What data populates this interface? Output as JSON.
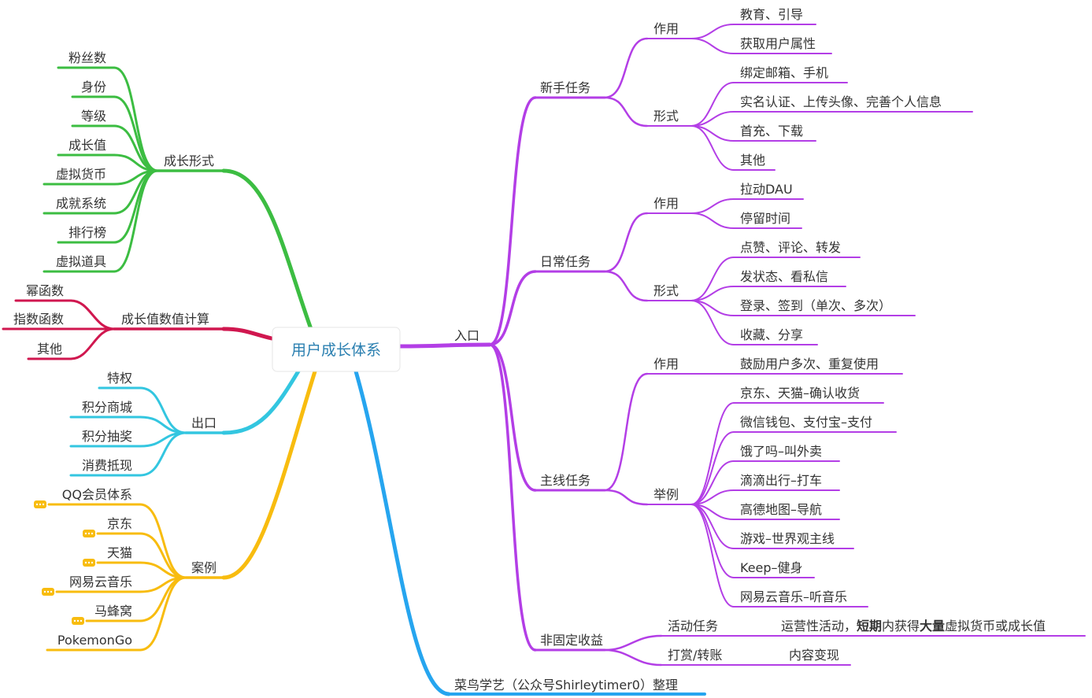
{
  "root": {
    "label": "用户成长体系"
  },
  "colors": {
    "purple": "#b33ee6",
    "green": "#3cbd42",
    "crimson": "#d0174f",
    "cyan": "#33c6e0",
    "gold": "#f8bc0f",
    "blue": "#26a5ef"
  },
  "entry": {
    "label": "入口",
    "newbie": {
      "label": "新手任务",
      "role": {
        "label": "作用",
        "items": [
          "教育、引导",
          "获取用户属性"
        ]
      },
      "form": {
        "label": "形式",
        "items": [
          "绑定邮箱、手机",
          "实名认证、上传头像、完善个人信息",
          "首充、下载",
          "其他"
        ]
      }
    },
    "daily": {
      "label": "日常任务",
      "role": {
        "label": "作用",
        "items": [
          "拉动DAU",
          "停留时间"
        ]
      },
      "form": {
        "label": "形式",
        "items": [
          "点赞、评论、转发",
          "发状态、看私信",
          "登录、签到（单次、多次）",
          "收藏、分享"
        ]
      }
    },
    "main": {
      "label": "主线任务",
      "role": {
        "label": "作用",
        "items": [
          "鼓励用户多次、重复使用"
        ]
      },
      "examples": {
        "label": "举例",
        "items": [
          "京东、天猫–确认收货",
          "微信钱包、支付宝–支付",
          "饿了吗–叫外卖",
          "滴滴出行–打车",
          "高德地图–导航",
          "游戏–世界观主线",
          "Keep–健身",
          "网易云音乐–听音乐"
        ]
      }
    },
    "irregular": {
      "label": "非固定收益",
      "activity": {
        "label": "活动任务",
        "desc_prefix": "运营性活动，",
        "desc_bold1": "短期",
        "desc_mid": "内获得",
        "desc_bold2": "大量",
        "desc_suffix": "虚拟货币或成长值"
      },
      "reward": {
        "label": "打赏/转账",
        "desc": "内容变现"
      }
    }
  },
  "growth_form": {
    "label": "成长形式",
    "items": [
      "粉丝数",
      "身份",
      "等级",
      "成长值",
      "虚拟货币",
      "成就系统",
      "排行榜",
      "虚拟道具"
    ]
  },
  "growth_calc": {
    "label": "成长值数值计算",
    "items": [
      "幂函数",
      "指数函数",
      "其他"
    ]
  },
  "exit": {
    "label": "出口",
    "items": [
      "特权",
      "积分商城",
      "积分抽奖",
      "消费抵现"
    ]
  },
  "cases": {
    "label": "案例",
    "items": [
      "QQ会员体系",
      "京东",
      "天猫",
      "网易云音乐",
      "马蜂窝",
      "PokemonGo"
    ],
    "collapsed_marker": "•••"
  },
  "footer": {
    "label": "菜鸟学艺（公众号Shirleytimer0）整理"
  }
}
